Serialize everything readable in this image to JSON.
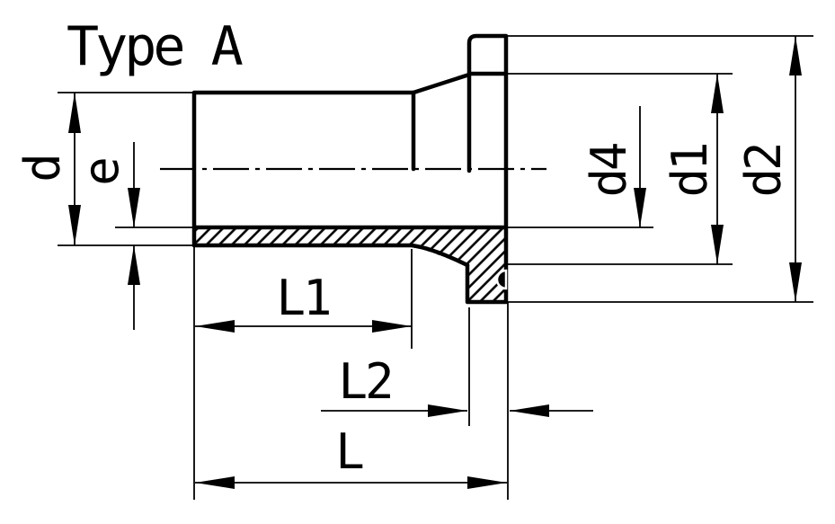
{
  "title": "Type A",
  "colors": {
    "line": "#000000",
    "background": "#ffffff"
  },
  "labels": {
    "d": "d",
    "e": "e",
    "d4": "d4",
    "d1": "d1",
    "d2": "d2",
    "l1": "L1",
    "l2": "L2",
    "l": "L"
  }
}
